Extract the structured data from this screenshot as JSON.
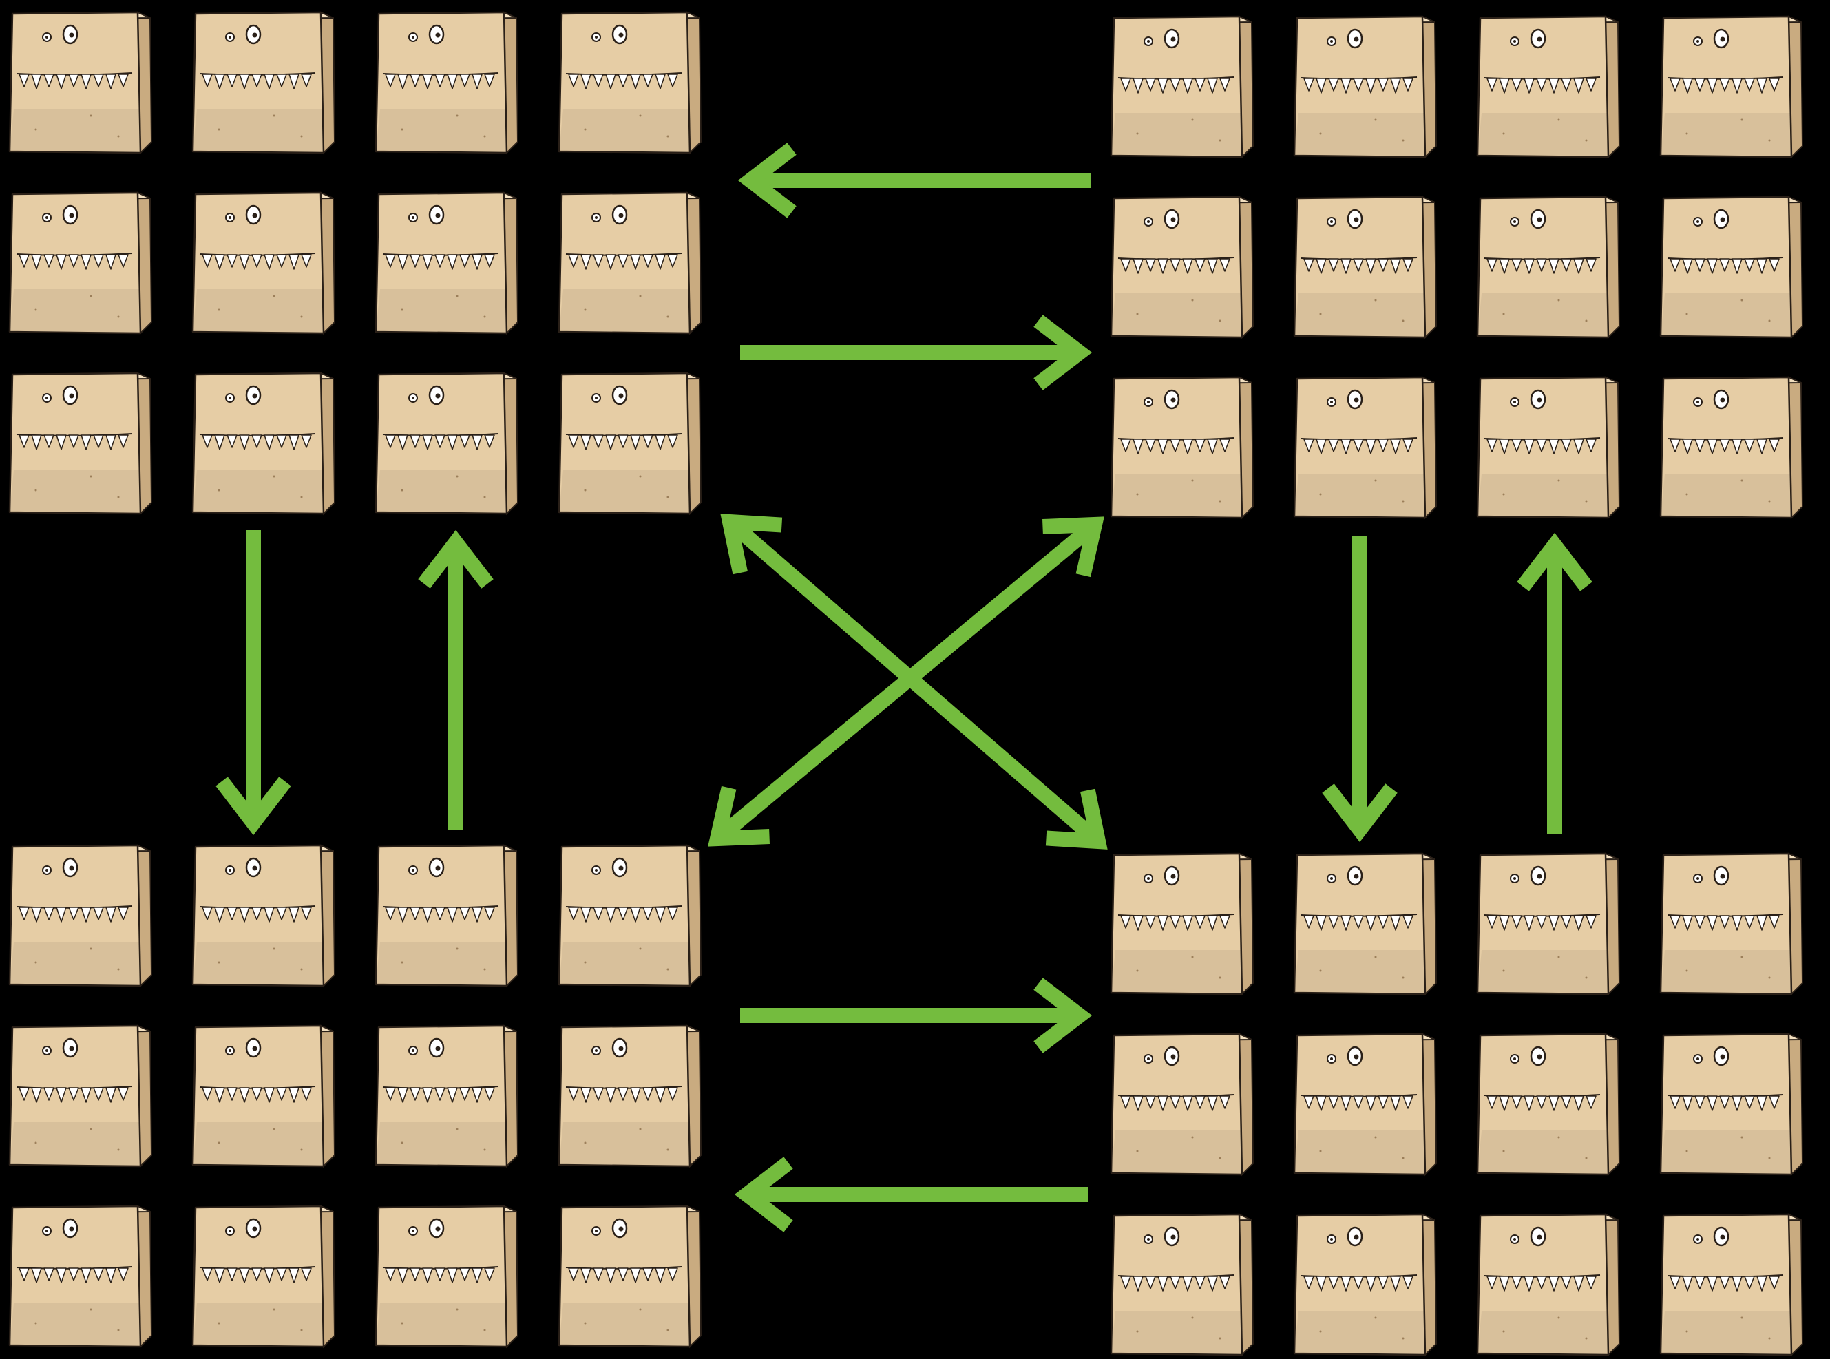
{
  "colors": {
    "background": "#000000",
    "arrow": "#74bc3e",
    "box_front": "#e6cda5",
    "box_side": "#c9ab80",
    "box_top": "#f2dfbf",
    "outline": "#2a2018",
    "teeth": "#ffffff"
  },
  "clusters": [
    {
      "id": "top-left",
      "rows": 3,
      "cols": 4,
      "item_icon": "paper-box-monster-icon"
    },
    {
      "id": "top-right",
      "rows": 3,
      "cols": 4,
      "item_icon": "paper-box-monster-icon"
    },
    {
      "id": "bottom-left",
      "rows": 3,
      "cols": 4,
      "item_icon": "paper-box-monster-icon"
    },
    {
      "id": "bottom-right",
      "rows": 3,
      "cols": 4,
      "item_icon": "paper-box-monster-icon"
    }
  ],
  "connections": [
    {
      "from": "top-right",
      "to": "top-left",
      "style": "single-arrow"
    },
    {
      "from": "top-left",
      "to": "top-right",
      "style": "single-arrow"
    },
    {
      "from": "bottom-left",
      "to": "bottom-right",
      "style": "single-arrow"
    },
    {
      "from": "bottom-right",
      "to": "bottom-left",
      "style": "single-arrow"
    },
    {
      "from": "top-left",
      "to": "bottom-left",
      "style": "single-arrow"
    },
    {
      "from": "bottom-left",
      "to": "top-left",
      "style": "single-arrow"
    },
    {
      "from": "top-right",
      "to": "bottom-right",
      "style": "single-arrow"
    },
    {
      "from": "bottom-right",
      "to": "top-right",
      "style": "single-arrow"
    },
    {
      "from": "top-left",
      "to": "bottom-right",
      "style": "double-arrow"
    },
    {
      "from": "top-right",
      "to": "bottom-left",
      "style": "double-arrow"
    }
  ]
}
